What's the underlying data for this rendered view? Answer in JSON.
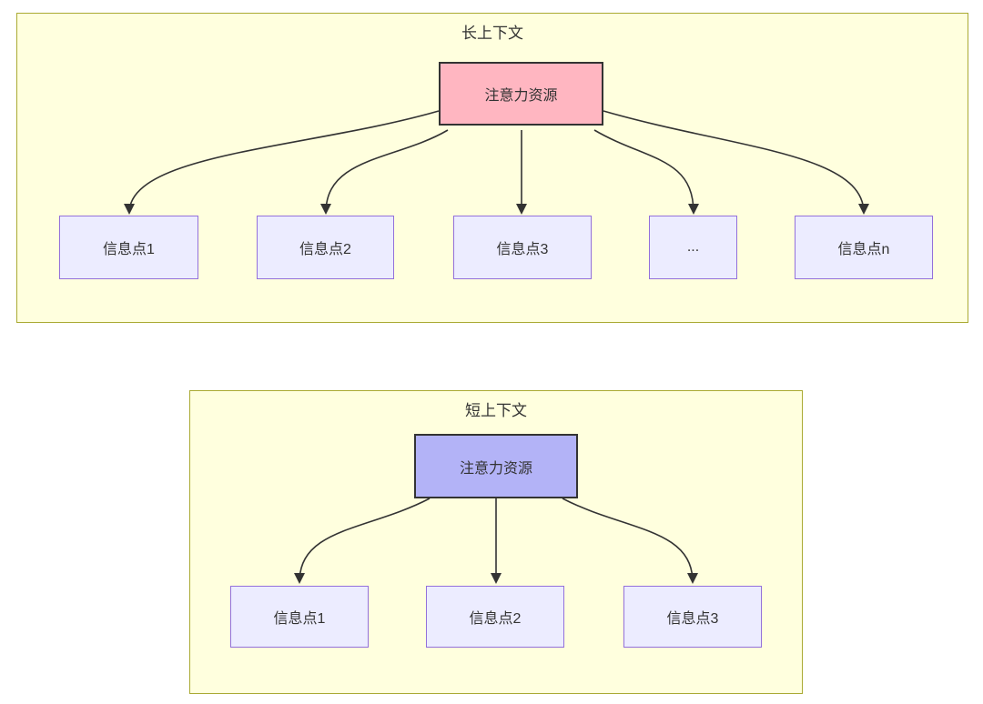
{
  "diagrams": [
    {
      "id": "long-context",
      "title": "长上下文",
      "source": {
        "label": "注意力资源",
        "fill": "#ffb6c1",
        "border": "#333333"
      },
      "targets": [
        {
          "label": "信息点1"
        },
        {
          "label": "信息点2"
        },
        {
          "label": "信息点3"
        },
        {
          "label": "..."
        },
        {
          "label": "信息点n"
        }
      ]
    },
    {
      "id": "short-context",
      "title": "短上下文",
      "source": {
        "label": "注意力资源",
        "fill": "#b3b3f7",
        "border": "#333333"
      },
      "targets": [
        {
          "label": "信息点1"
        },
        {
          "label": "信息点2"
        },
        {
          "label": "信息点3"
        }
      ]
    }
  ],
  "colors": {
    "page_background": "#ffffff",
    "cluster_fill": "#ffffde",
    "cluster_border": "#aaaa33",
    "info_node_fill": "#ececff",
    "info_node_border": "#9370db",
    "edge": "#333333",
    "text": "#333333"
  }
}
